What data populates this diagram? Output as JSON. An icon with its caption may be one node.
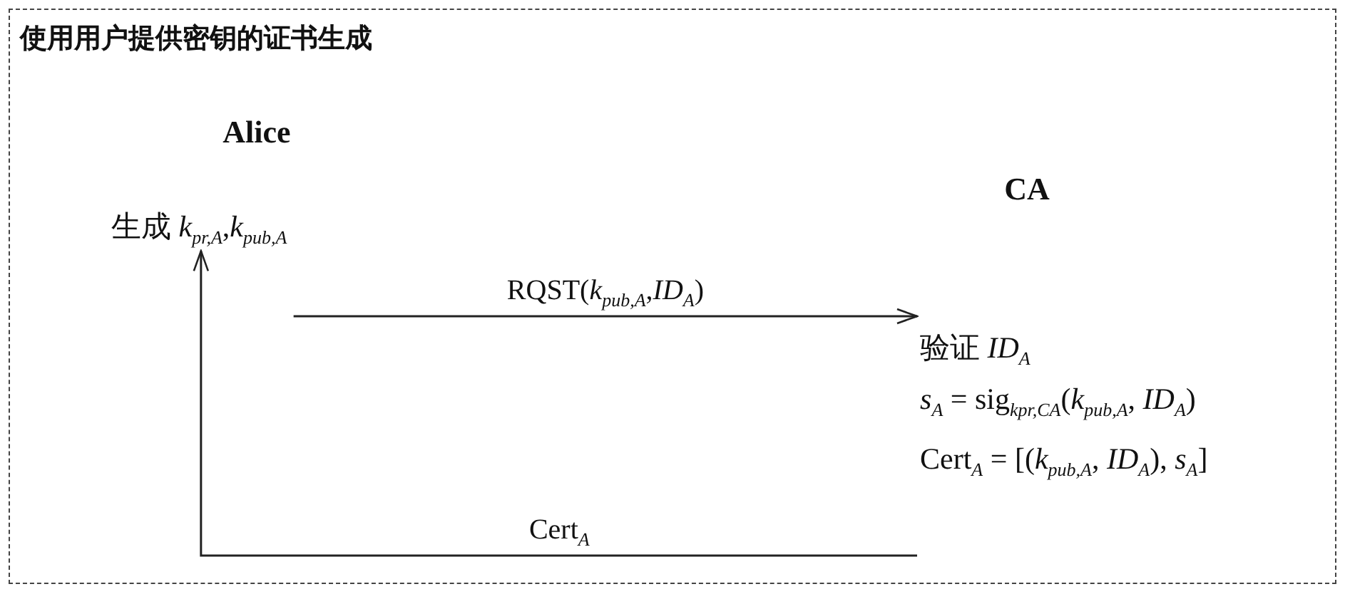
{
  "diagram": {
    "title": "使用用户提供密钥的证书生成",
    "nodes": [
      {
        "text": [
          "Alice",
          "生成 *k*$_{pr,A}$,*k*$_{pub,A}$"
        ]
      },
      {
        "text": [
          "CA",
          "验证 *ID*$_{A}$",
          "*s*$_{A}$ = sig$_{kpr,CA}$(*k*$_{pub,A}$, *ID*$_{A}$)",
          "Cert$_{A}$ = [(*k*$_{pub,A}$, *ID*$_{A}$), *s*$_{A}$]"
        ]
      }
    ],
    "edges": [
      {
        "from": 0,
        "to": 1,
        "arrow": "to",
        "label": "RQST(*k*$_{pub,A}$,*ID*$_{A}$)"
      },
      {
        "from": 1,
        "to": 0,
        "arrow": "to",
        "label": "Cert$_{A}$"
      }
    ]
  }
}
